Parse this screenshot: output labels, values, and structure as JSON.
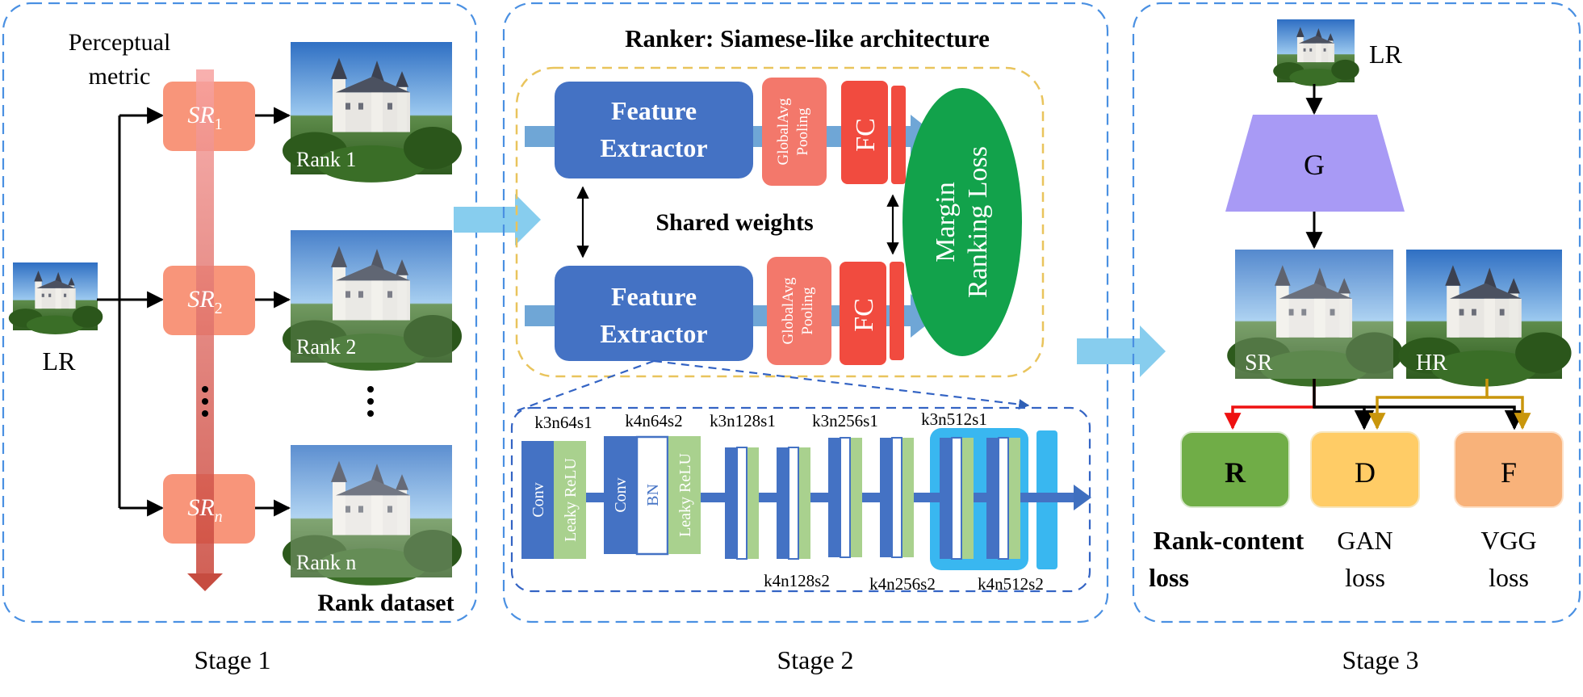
{
  "stage1": {
    "perceptual_metric_line1": "Perceptual",
    "perceptual_metric_line2": "metric",
    "lr_label": "LR",
    "sr_base": "SR",
    "sr_subs": [
      "1",
      "2",
      "n"
    ],
    "rank_labels": [
      "Rank 1",
      "Rank 2",
      "Rank n"
    ],
    "rank_dataset_label": "Rank dataset",
    "stage_label": "Stage 1"
  },
  "stage2": {
    "title": "Ranker: Siamese-like architecture",
    "feature_extractor_line1": "Feature",
    "feature_extractor_line2": "Extractor",
    "gap_line1": "GlobalAvg",
    "gap_line2": "Pooling",
    "fc_label": "FC",
    "shared_weights_label": "Shared weights",
    "loss_line1": "Margin",
    "loss_line2": "Ranking Loss",
    "top_specs": [
      "k3n64s1",
      "k4n64s2",
      "k3n128s1",
      "k3n256s1",
      "k3n512s1"
    ],
    "bottom_specs": [
      "k4n128s2",
      "k4n256s2",
      "k4n512s2"
    ],
    "conv_label": "Conv",
    "lrelu_label": "Leaky ReLU",
    "bn_label": "BN",
    "stage_label": "Stage 2"
  },
  "stage3": {
    "lr_label": "LR",
    "g_label": "G",
    "sr_label": "SR",
    "hr_label": "HR",
    "r_label": "R",
    "d_label": "D",
    "f_label": "F",
    "rank_loss_line1": "Rank-content",
    "rank_loss_line2": "loss",
    "gan_loss_line1": "GAN",
    "gan_loss_line2": "loss",
    "vgg_loss_line1": "VGG",
    "vgg_loss_line2": "loss",
    "stage_label": "Stage 3"
  },
  "colors": {
    "panel_border": "#4a90e2",
    "sr_box": "#f8957a",
    "feature_extractor": "#4472c4",
    "gap_box": "#f3786b",
    "fc_box": "#f14b3f",
    "loss_ellipse": "#12a24b",
    "generator": "#a89af5",
    "r_box": "#70ad47",
    "d_box": "#ffcc66",
    "f_box": "#f8b27a",
    "red_arrow": "#ee1111",
    "gold_arrow": "#c9960c",
    "light_arrow": "#87cdee"
  }
}
